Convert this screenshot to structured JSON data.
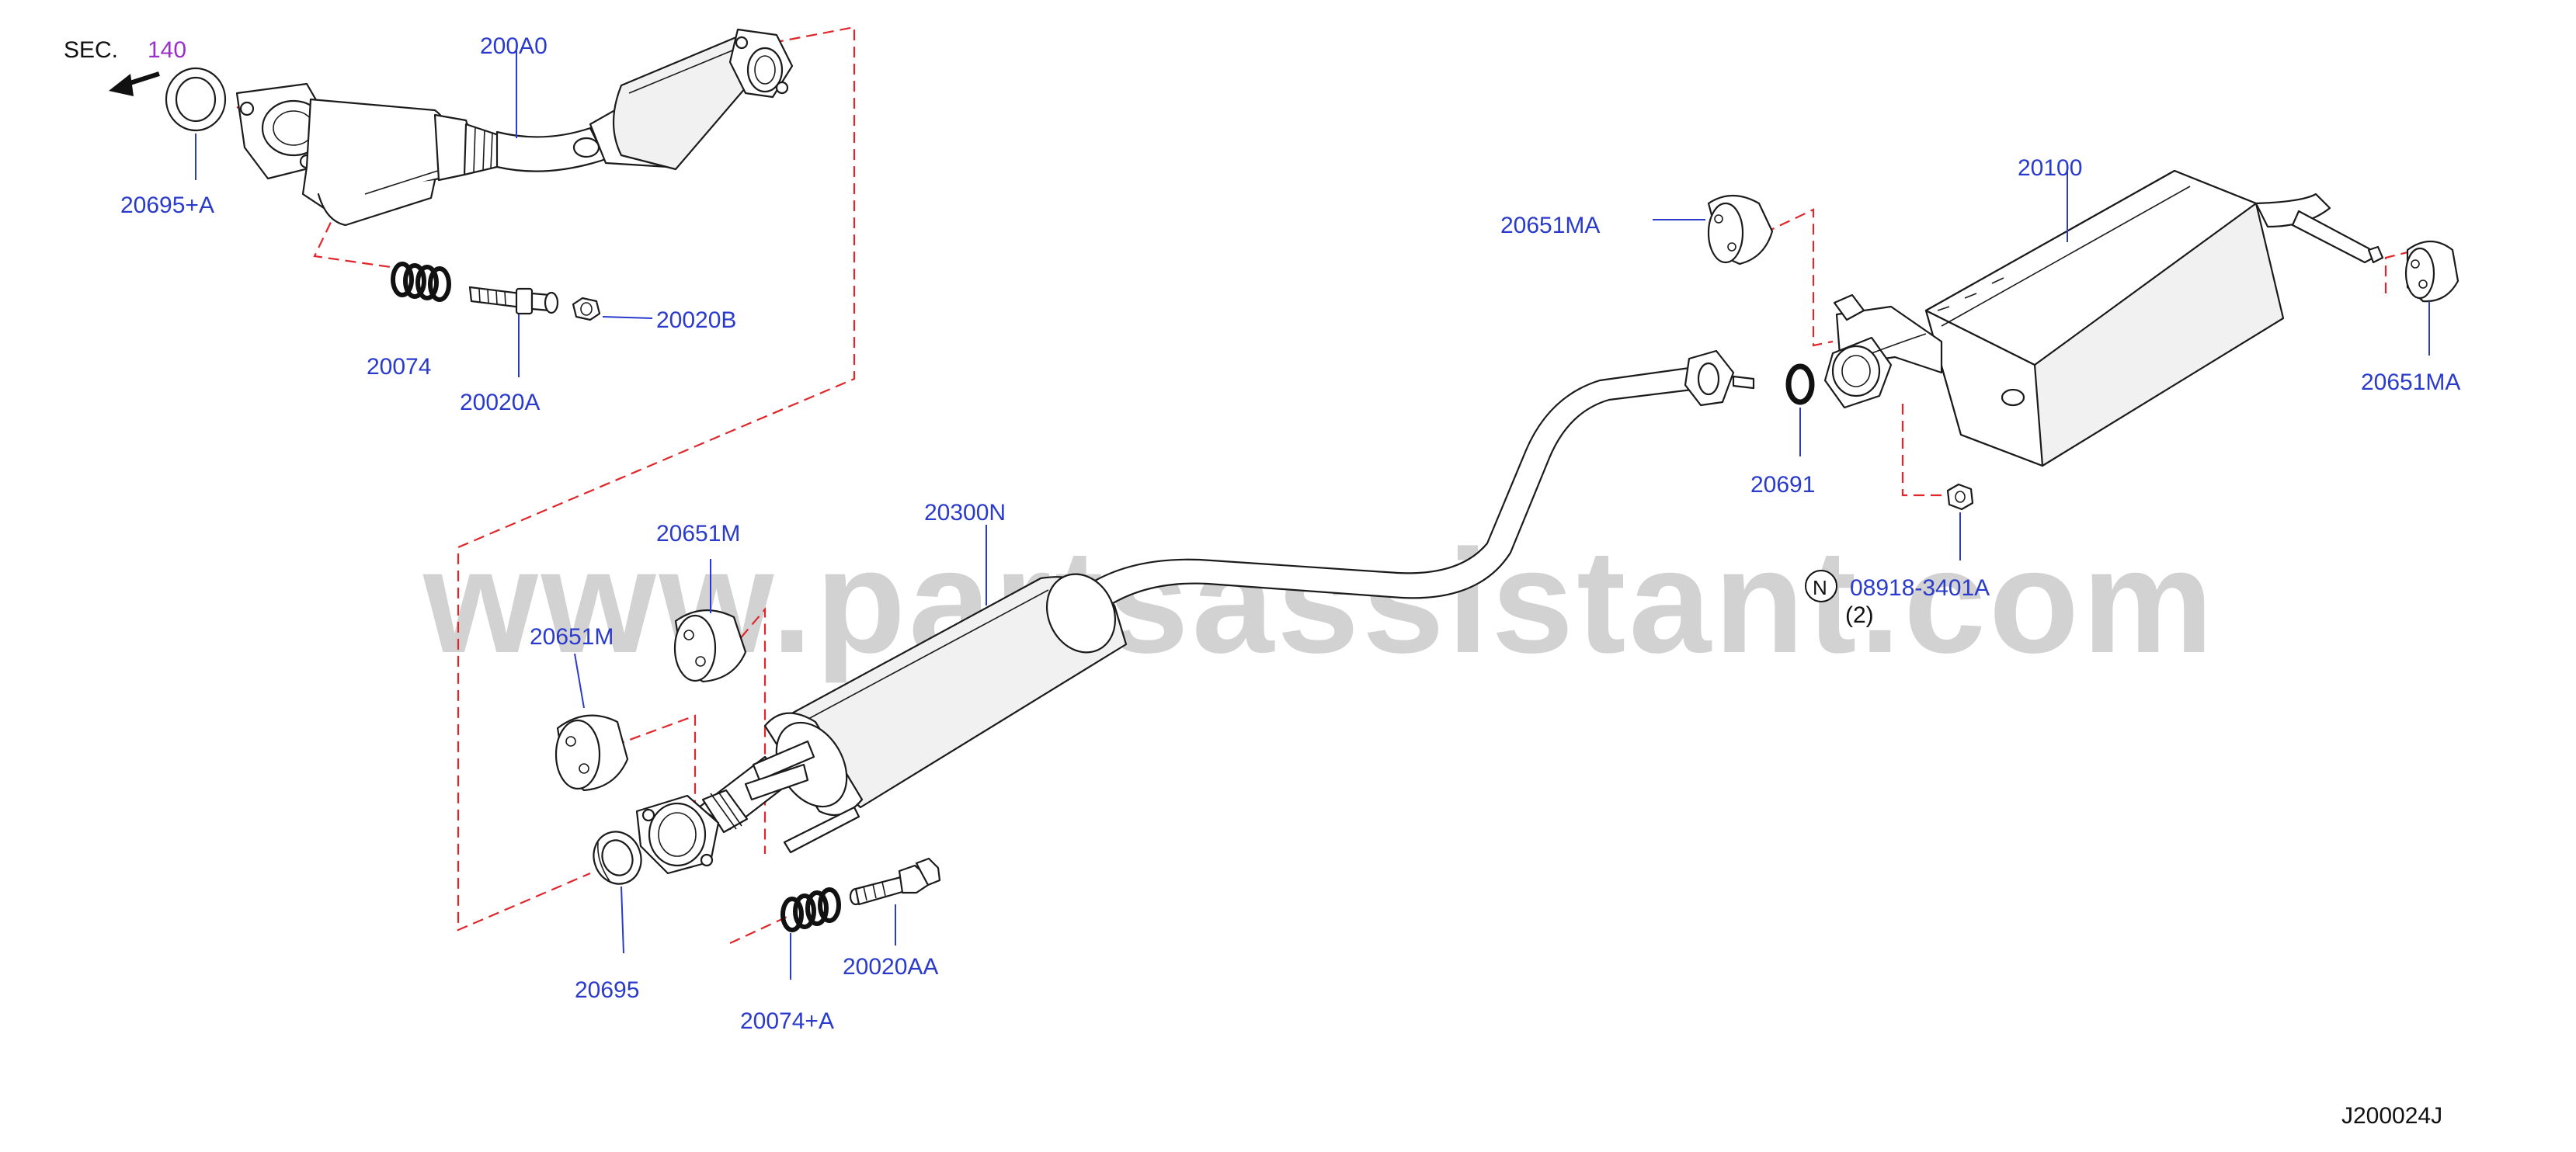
{
  "colors": {
    "label": "#2a3acb",
    "leader": "#2a3acb",
    "dashed_guide": "#e0262a",
    "section_ref": "#9b2fc9",
    "outline": "#1b1b1b",
    "watermark": "#d2d2d2"
  },
  "section_ref": {
    "prefix": "SEC.",
    "number": "140"
  },
  "watermark": "www.partsassistant.com",
  "diagram_code": "J200024J",
  "labels": {
    "p20695A": "20695+A",
    "p200A0": "200A0",
    "p20074": "20074",
    "p20020A": "20020A",
    "p20020B": "20020B",
    "p20651MA_top": "20651MA",
    "p20100": "20100",
    "p20651MA_right": "20651MA",
    "p20691": "20691",
    "p08918": "08918-3401A",
    "p08918_qty": "(2)",
    "p08918_marker": "N",
    "p20300N": "20300N",
    "p20651M_upper": "20651M",
    "p20651M_lower": "20651M",
    "p20695": "20695",
    "p20074A": "20074+A",
    "p20020AA": "20020AA"
  }
}
